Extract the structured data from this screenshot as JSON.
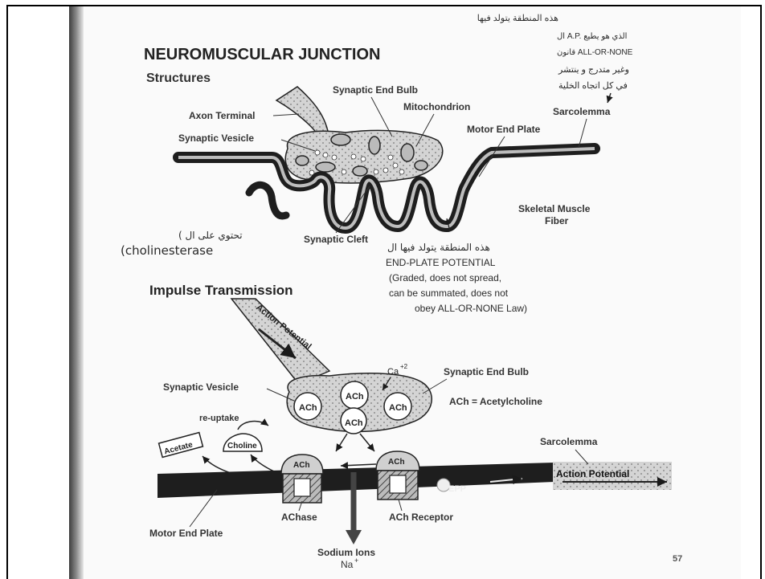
{
  "title": "NEUROMUSCULAR JUNCTION",
  "structures": {
    "heading": "Structures",
    "labels": {
      "synaptic_end_bulb": "Synaptic End Bulb",
      "mitochondrion": "Mitochondrion",
      "axon_terminal": "Axon Terminal",
      "sarcolemma": "Sarcolemma",
      "motor_end_plate": "Motor End Plate",
      "synaptic_vesicle": "Synaptic Vesicle",
      "skeletal_muscle_fiber_line1": "Skeletal Muscle",
      "skeletal_muscle_fiber_line2": "Fiber",
      "synaptic_cleft": "Synaptic Cleft"
    }
  },
  "impulse": {
    "heading": "Impulse Transmission",
    "labels": {
      "action_potential": "Action Potential",
      "ca": "Ca",
      "ca_sup": "+2",
      "synaptic_end_bulb": "Synaptic End Bulb",
      "synaptic_vesicle": "Synaptic Vesicle",
      "ach": "ACh",
      "ach_def": "ACh = Acetylcholine",
      "reuptake": "re-uptake",
      "acetate": "Acetate",
      "choline": "Choline",
      "sarcolemma": "Sarcolemma",
      "action_potential_box": "Action Potential",
      "epp": "EPP",
      "achase": "AChase",
      "ach_receptor": "ACh Receptor",
      "motor_end_plate": "Motor End Plate",
      "sodium_ions": "Sodium Ions",
      "na": "Na",
      "na_sup": "+"
    }
  },
  "handwritten": {
    "arabic_top_1": "هذه المنطقة يتولد فيها",
    "arabic_top_2": "ال A.P. الذي هو يطيع",
    "arabic_top_3": "قانون ALL-OR-NONE",
    "arabic_top_4": "وغير متدرج و ينتشر",
    "arabic_top_5": "في كل اتجاه الخلية",
    "arabic_left": "( تحتوي على ال",
    "cholinesterase": "(cholinesterase",
    "arabic_mid": "هذه المنطقة يتولد فيها ال",
    "epp_1": "END-PLATE POTENTIAL",
    "epp_2": "(Graded, does not spread,",
    "epp_3": "can be summated, does not",
    "epp_4": "obey ALL-OR-NONE Law)"
  },
  "page_number": "57",
  "colors": {
    "ink": "#1a1a1a",
    "membrane": "#2b2b2b",
    "handwriting": "#2a2a2a"
  }
}
